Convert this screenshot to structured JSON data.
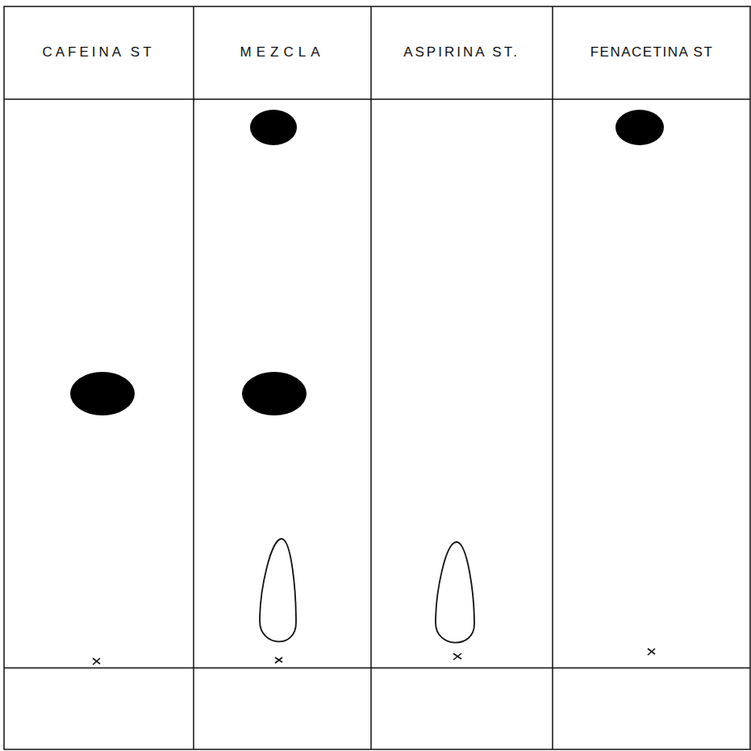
{
  "diagram": {
    "labels": [
      "CAFEINA ST",
      "MEZCLA",
      "ASPIRINA ST.",
      "FENACETINA ST"
    ]
  }
}
